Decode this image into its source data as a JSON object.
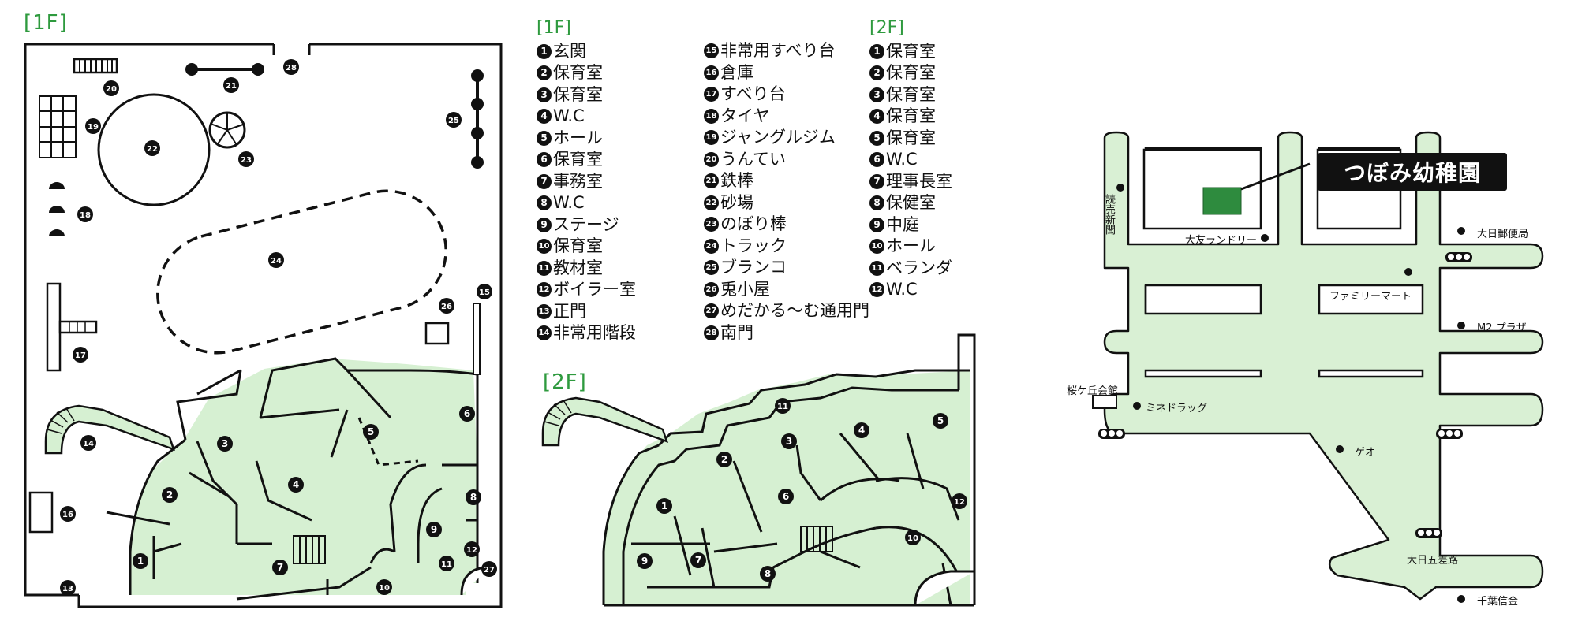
{
  "floor1": {
    "title": "[1F]",
    "area_numbers": [
      "1",
      "2",
      "3",
      "4",
      "5",
      "6",
      "7",
      "8",
      "9",
      "10",
      "11",
      "12",
      "13",
      "14",
      "15",
      "16",
      "17",
      "18",
      "19",
      "20",
      "21",
      "22",
      "23",
      "24",
      "25",
      "26",
      "27",
      "28"
    ]
  },
  "floor2": {
    "title": "[2F]",
    "area_numbers": [
      "1",
      "2",
      "3",
      "4",
      "5",
      "6",
      "7",
      "8",
      "9",
      "10",
      "11",
      "12"
    ]
  },
  "legend": {
    "floor1_heading": "[1F]",
    "floor1_items": [
      {
        "num": "1",
        "label": "玄関"
      },
      {
        "num": "2",
        "label": "保育室"
      },
      {
        "num": "3",
        "label": "保育室"
      },
      {
        "num": "4",
        "label": "W.C"
      },
      {
        "num": "5",
        "label": "ホール"
      },
      {
        "num": "6",
        "label": "保育室"
      },
      {
        "num": "7",
        "label": "事務室"
      },
      {
        "num": "8",
        "label": "W.C"
      },
      {
        "num": "9",
        "label": "ステージ"
      },
      {
        "num": "10",
        "label": "保育室"
      },
      {
        "num": "11",
        "label": "教材室"
      },
      {
        "num": "12",
        "label": "ボイラー室"
      },
      {
        "num": "13",
        "label": "正門"
      },
      {
        "num": "14",
        "label": "非常用階段"
      }
    ],
    "floor1_items_b": [
      {
        "num": "15",
        "label": "非常用すべり台"
      },
      {
        "num": "16",
        "label": "倉庫"
      },
      {
        "num": "17",
        "label": "すべり台"
      },
      {
        "num": "18",
        "label": "タイヤ"
      },
      {
        "num": "19",
        "label": "ジャングルジム"
      },
      {
        "num": "20",
        "label": "うんてい"
      },
      {
        "num": "21",
        "label": "鉄棒"
      },
      {
        "num": "22",
        "label": "砂場"
      },
      {
        "num": "23",
        "label": "のぼり棒"
      },
      {
        "num": "24",
        "label": "トラック"
      },
      {
        "num": "25",
        "label": "ブランコ"
      },
      {
        "num": "26",
        "label": "兎小屋"
      },
      {
        "num": "27",
        "label": "めだかる～む通用門"
      },
      {
        "num": "28",
        "label": "南門"
      }
    ],
    "floor2_heading": "[2F]",
    "floor2_items": [
      {
        "num": "1",
        "label": "保育室"
      },
      {
        "num": "2",
        "label": "保育室"
      },
      {
        "num": "3",
        "label": "保育室"
      },
      {
        "num": "4",
        "label": "保育室"
      },
      {
        "num": "5",
        "label": "保育室"
      },
      {
        "num": "6",
        "label": "W.C"
      },
      {
        "num": "7",
        "label": "理事長室"
      },
      {
        "num": "8",
        "label": "保健室"
      },
      {
        "num": "9",
        "label": "中庭"
      },
      {
        "num": "10",
        "label": "ホール"
      },
      {
        "num": "11",
        "label": "ベランダ"
      },
      {
        "num": "12",
        "label": "W.C"
      }
    ]
  },
  "area_map": {
    "kindergarten": "つぼみ幼稚園",
    "landmarks": {
      "yomiuri": "読売新聞",
      "laundry": "大友ランドリー",
      "post_office": "大日郵便局",
      "family_mart": "ファミリーマート",
      "m2_plaza": "M2 プラザ",
      "community_hall": "桜ケ丘会館",
      "drugstore": "ミネドラッグ",
      "geo": "ゲオ",
      "junction": "大日五差路",
      "bank": "千葉信金"
    }
  },
  "colors": {
    "room_fill": "#d6f0d2",
    "road_fill": "#d9f0d4",
    "title_green": "#2e9a3e",
    "school_marker": "#2e8b3e",
    "line": "#111111"
  }
}
